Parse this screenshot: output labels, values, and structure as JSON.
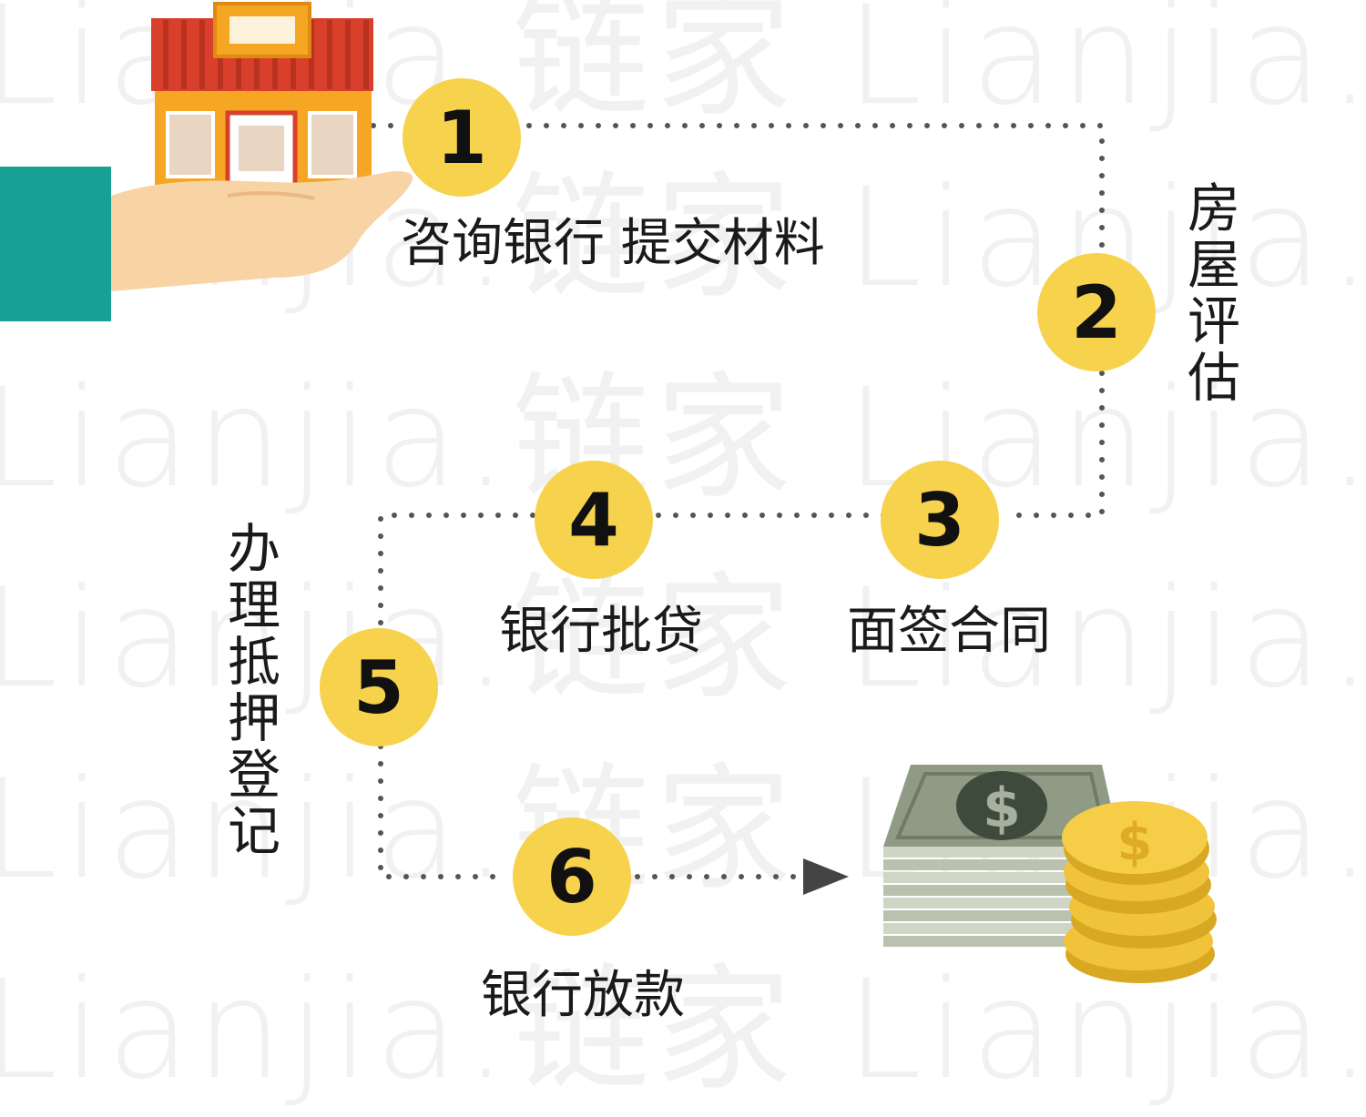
{
  "watermark": {
    "text": "Lianjia.链家 Lianjia.链家 Lianjia.链家 Lianjia"
  },
  "steps": [
    {
      "number": "1",
      "label": "咨询银行 提交材料"
    },
    {
      "number": "2",
      "label": "房屋评估"
    },
    {
      "number": "3",
      "label": "面签合同"
    },
    {
      "number": "4",
      "label": "银行批贷"
    },
    {
      "number": "5",
      "label": "办理抵押登记"
    },
    {
      "number": "6",
      "label": "银行放款"
    }
  ],
  "illustrations": {
    "house_hand_icon": "house-on-hand-icon",
    "money_icon": "cash-and-coins-icon",
    "currency_symbol": "$"
  },
  "colors": {
    "circle": "#f7d24c",
    "dots": "#555555",
    "sleeve": "#16a194",
    "hand": "#f8d3a4",
    "house_wall": "#f5a623",
    "house_roof": "#d9402b",
    "bill": "#8f9b85",
    "coin": "#f0c33a"
  }
}
